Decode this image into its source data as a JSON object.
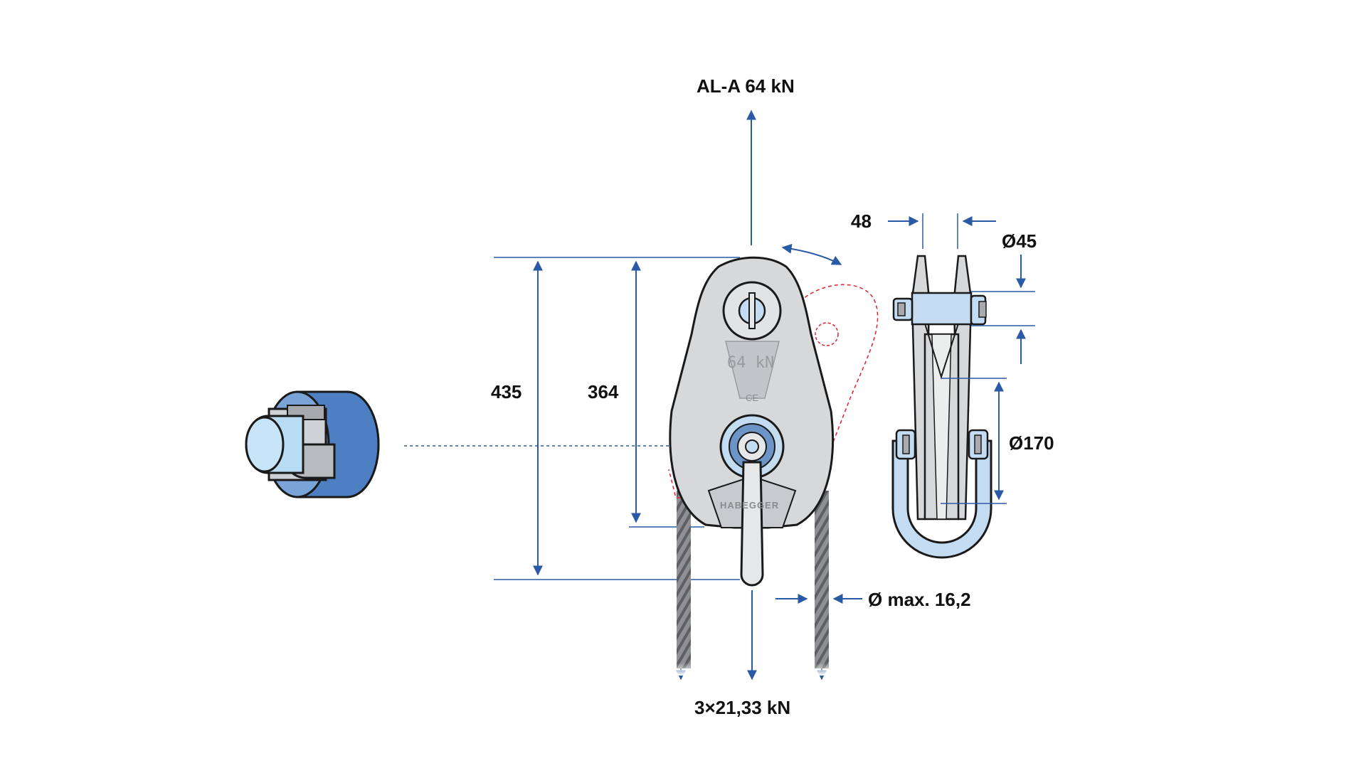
{
  "labels": {
    "load_top": "AL-A 64 kN",
    "load_bottom": "3×21,33 kN",
    "height_total": "435",
    "height_inner": "364",
    "width": "48",
    "pin_diameter": "Ø45",
    "sheave_diameter": "Ø170",
    "rope_diameter": "Ø max. 16,2"
  },
  "stamps": {
    "rating": "64 kN",
    "ce_mark": "CE",
    "brand": "HABEGGER"
  },
  "colors": {
    "dimension_line": "#2a5aa5",
    "label_text": "#111111",
    "steel": "#d7d8da",
    "outline": "#1a1a1a",
    "pin_blue": "#c4dcf1",
    "pin_blue_dark": "#6d94c6",
    "swing_outline": "#e0202a"
  },
  "icons": [
    "sheave-bearing-detail-icon",
    "pulley-block-front-icon",
    "pulley-block-side-icon",
    "wire-rope-icon"
  ]
}
